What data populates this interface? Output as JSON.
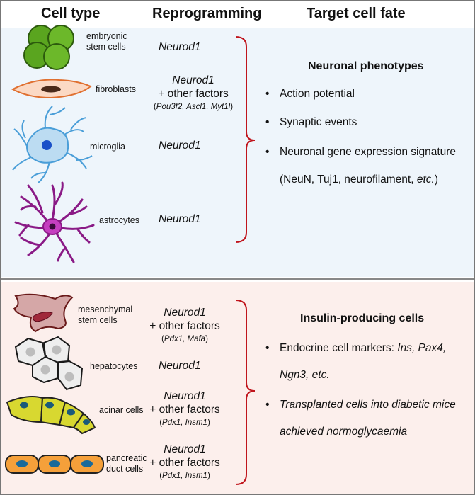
{
  "headers": {
    "cell_type": "Cell type",
    "reprogramming": "Reprogramming",
    "target_cell_fate": "Target cell fate"
  },
  "neuronal": {
    "cells": [
      {
        "label_line1": "embryonic",
        "label_line2": "stem cells",
        "factor": "Neurod1"
      },
      {
        "label_line1": "fibroblasts",
        "factor": "Neurod1",
        "other": "+ other factors",
        "paren_open": "(",
        "paren_factors": "Pou3f2, Ascl1, Myt1l",
        "paren_close": ")"
      },
      {
        "label_line1": "microglia",
        "factor": "Neurod1"
      },
      {
        "label_line1": "astrocytes",
        "factor": "Neurod1"
      }
    ],
    "fate_title": "Neuronal phenotypes",
    "bullets": [
      "Action potential",
      "Synaptic events",
      "Neuronal gene expression signature"
    ],
    "markers": {
      "open": "(NeuN, Tuj1, neurofilament, ",
      "etc": "etc.",
      "close": ")"
    }
  },
  "insulin": {
    "cells": [
      {
        "label_line1": "mesenchymal",
        "label_line2": "stem cells",
        "factor": "Neurod1",
        "other": "+ other factors",
        "paren_open": "(",
        "paren_factors": "Pdx1, Mafa",
        "paren_close": ")"
      },
      {
        "label_line1": "hepatocytes",
        "factor": "Neurod1"
      },
      {
        "label_line1": "acinar cells",
        "factor": "Neurod1",
        "other": "+ other factors",
        "paren_open": "(",
        "paren_factors": "Pdx1, Insm1",
        "paren_close": ")"
      },
      {
        "label_line1": "pancreatic",
        "label_line2": "duct cells",
        "factor": "Neurod1",
        "other": "+ other factors",
        "paren_open": "(",
        "paren_factors": "Pdx1, Insm1",
        "paren_close": ")"
      }
    ],
    "fate_title": "Insulin-producing cells",
    "bullet1_prefix": "Endocrine cell markers: ",
    "bullet1_italic": "Ins, Pax4,",
    "bullet1_line2": "Ngn3, etc.",
    "bullet2_line1": "Transplanted cells into diabetic mice",
    "bullet2_line2": "achieved normoglycaemia"
  },
  "colors": {
    "neuronal_bg": "#eef5fb",
    "insulin_bg": "#fcefec",
    "bracket": "#c0141c",
    "divider": "#888888"
  }
}
